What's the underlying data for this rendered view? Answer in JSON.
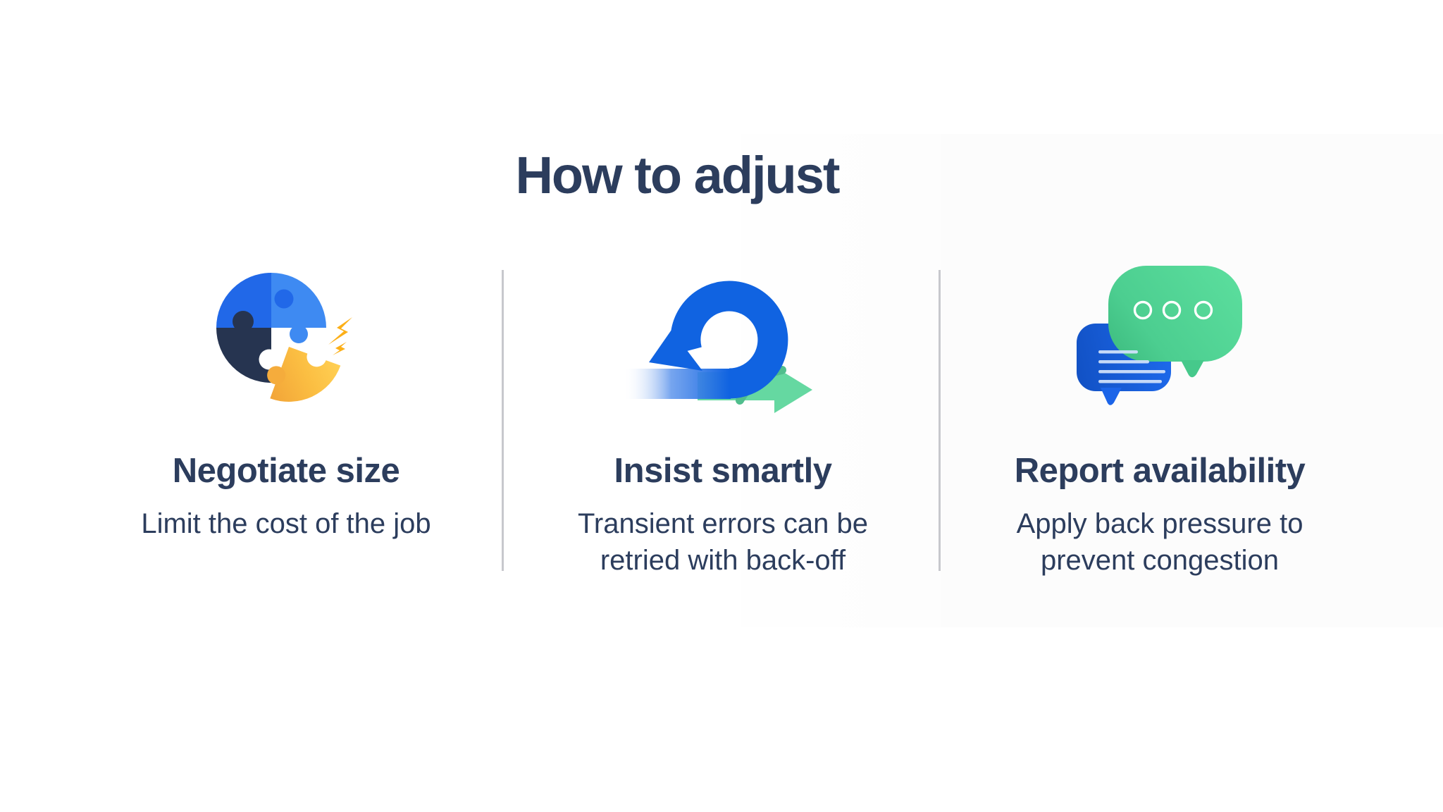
{
  "title": "How to adjust",
  "columns": [
    {
      "icon": "puzzle-lightning-icon",
      "heading": "Negotiate size",
      "description": "Limit the cost of the job"
    },
    {
      "icon": "retry-loop-arrow-icon",
      "heading": "Insist smartly",
      "description": "Transient errors can be retried with back-off"
    },
    {
      "icon": "chat-bubbles-icon",
      "heading": "Report availability",
      "description": "Apply back pressure to prevent congestion"
    }
  ],
  "colors": {
    "text_navy": "#2C3D5D",
    "divider_gray": "#C7C8CD",
    "puzzle_blue": "#2168E8",
    "puzzle_light_blue": "#3E8AF2",
    "puzzle_dark_navy": "#263450",
    "puzzle_yellow": "#FBBE42",
    "bolt_orange": "#FCAF17",
    "loop_blue": "#1063E1",
    "arrow_green": "#65D8A1",
    "bubble_green": "#50D494",
    "bubble_blue": "#1B64E8",
    "background": "#FFFFFF"
  }
}
